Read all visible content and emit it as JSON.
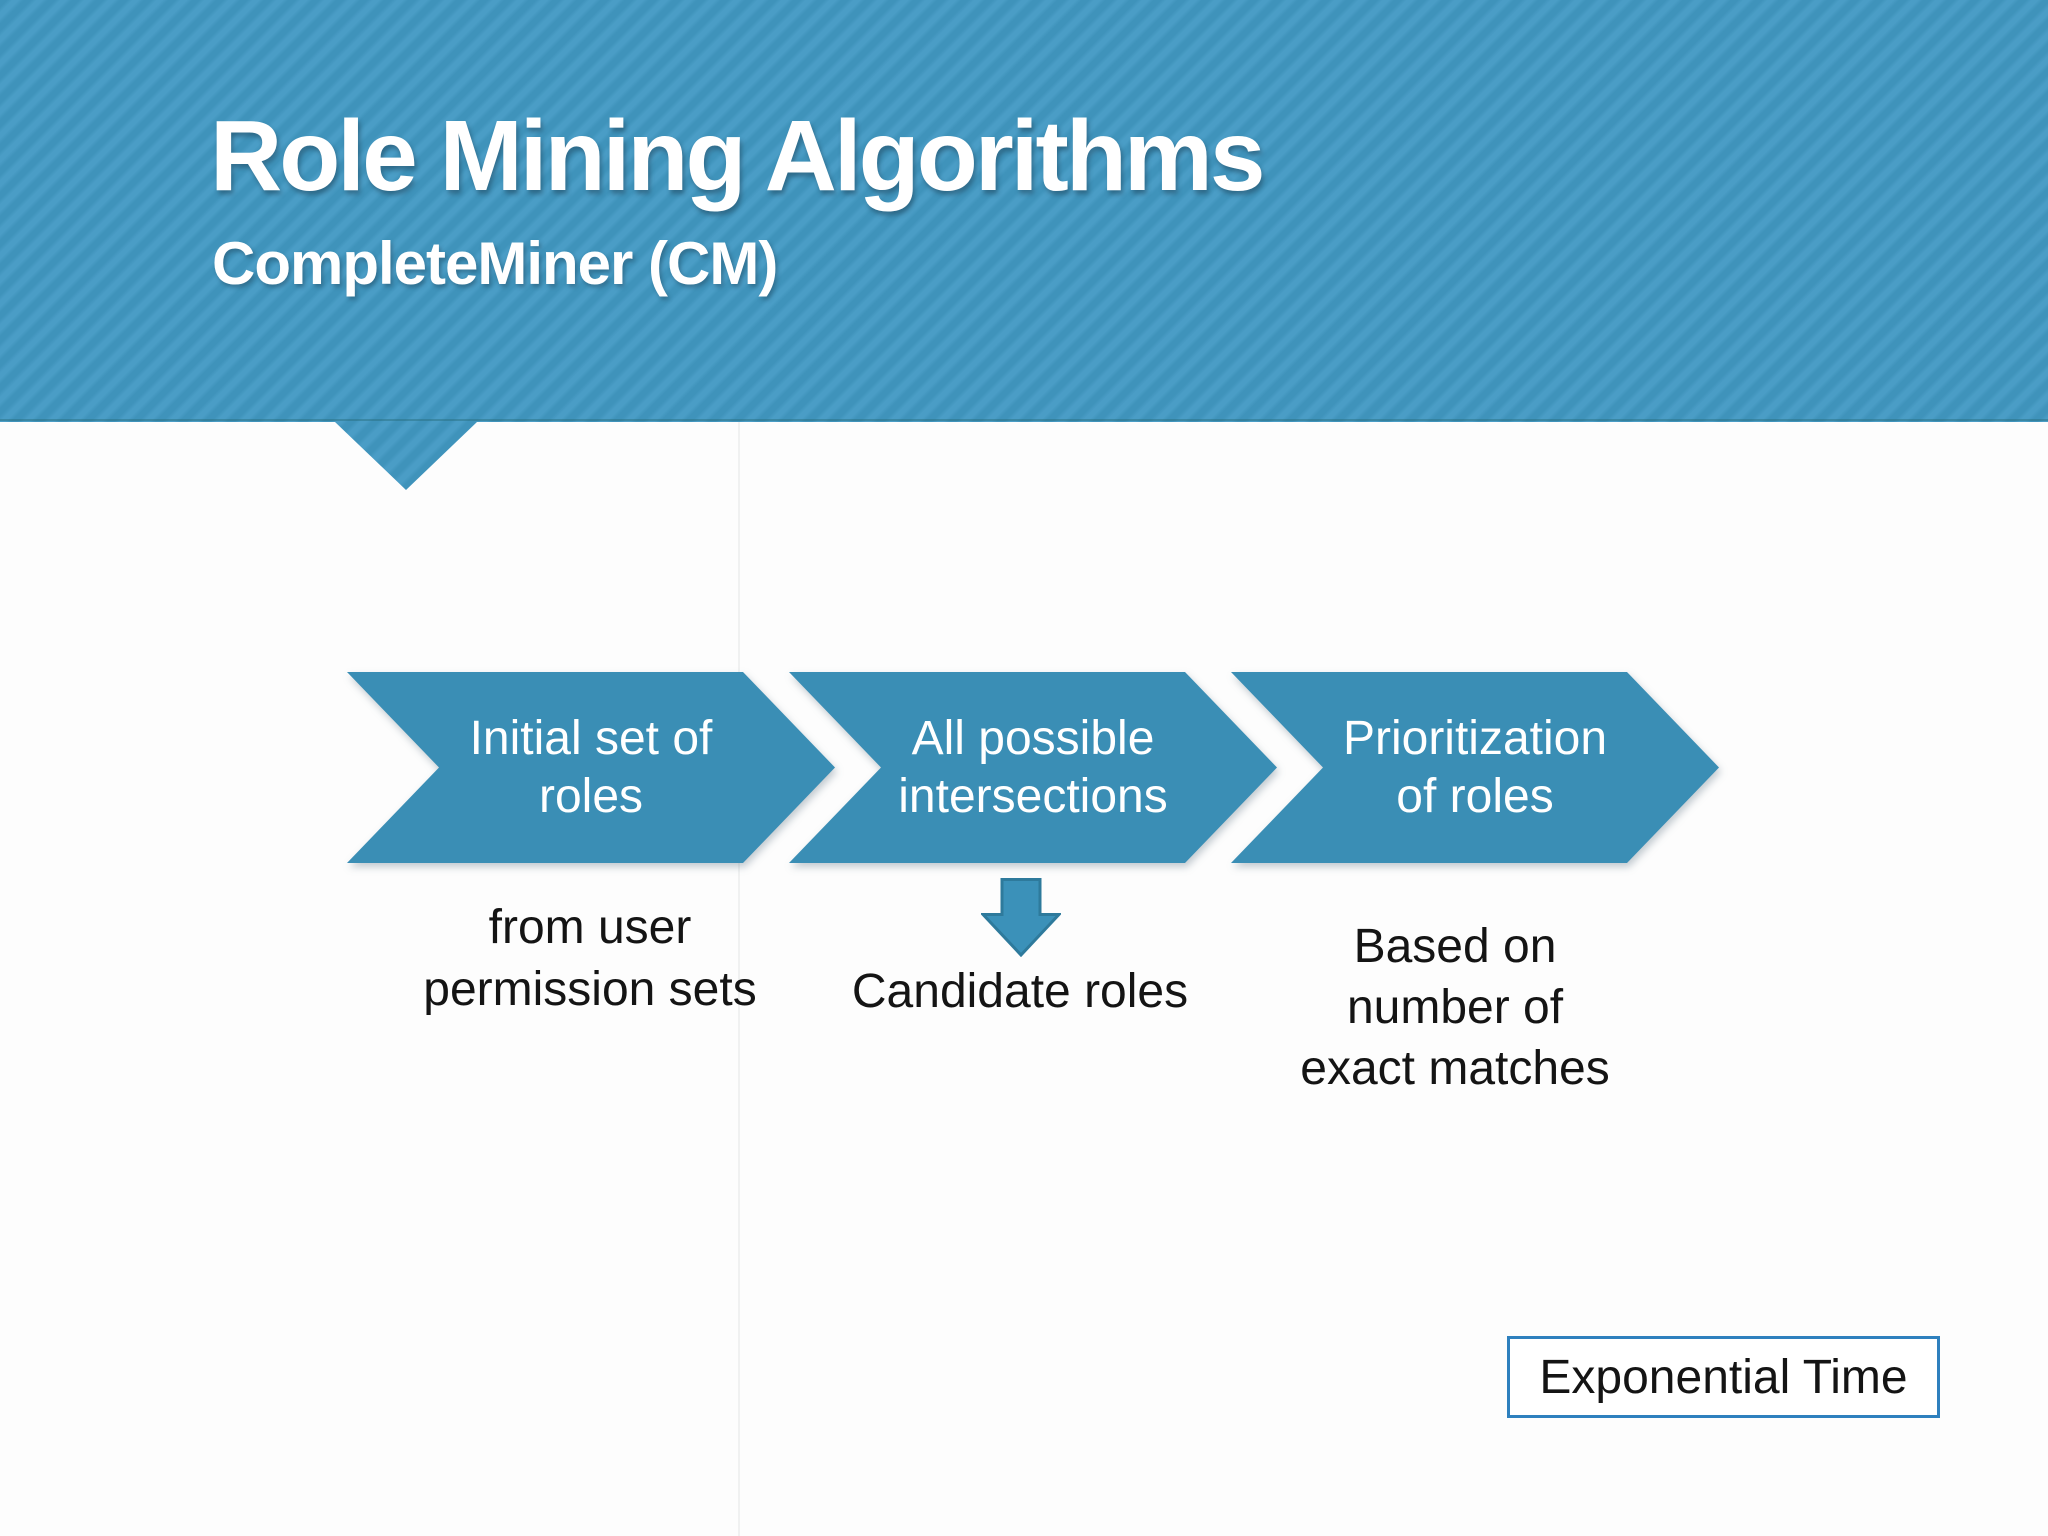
{
  "slide": {
    "title": "Role Mining Algorithms",
    "subtitle": "CompleteMiner (CM)"
  },
  "process": {
    "steps": [
      {
        "label_lines": [
          "Initial set of",
          "roles"
        ],
        "note_lines": [
          "from user",
          "permission sets"
        ]
      },
      {
        "label_lines": [
          "All possible",
          "intersections"
        ],
        "note_lines": [
          "Candidate roles"
        ]
      },
      {
        "label_lines": [
          "Prioritization",
          "of roles"
        ],
        "note_lines": [
          "Based on",
          "number of",
          "exact matches"
        ]
      }
    ],
    "connector_icon": "down-arrow"
  },
  "badge": {
    "label": "Exponential Time"
  },
  "colors": {
    "canvas_bg": "#FDFDFD",
    "stripe_dark": "#3F93BB",
    "stripe_light": "#4A9DC6",
    "title_text": "#FFFFFF",
    "chevron_fill": "#3A8EB5",
    "chevron_text": "#FFFFFF",
    "arrow_fill": "#3B91B9",
    "arrow_stroke": "#2E7A9C",
    "badge_border": "#2E80BE",
    "note_text": "#141414"
  }
}
